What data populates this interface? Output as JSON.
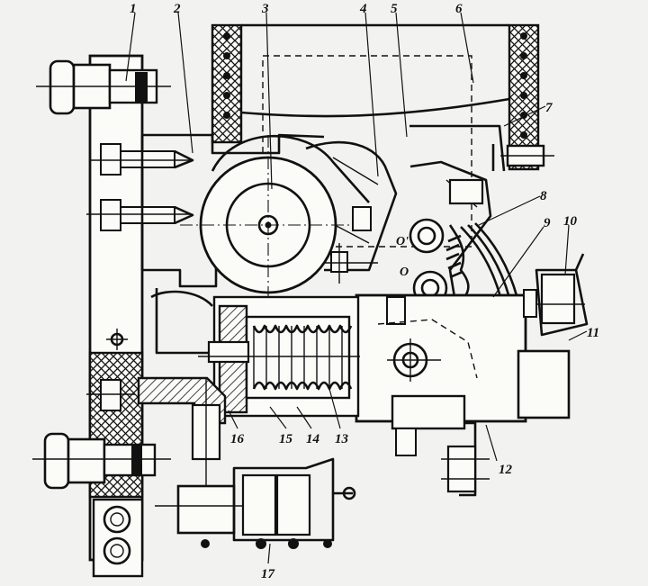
{
  "diagram": {
    "callouts": [
      {
        "id": "c1",
        "text": "1"
      },
      {
        "id": "c2",
        "text": "2"
      },
      {
        "id": "c3",
        "text": "3"
      },
      {
        "id": "c4",
        "text": "4"
      },
      {
        "id": "c5",
        "text": "5"
      },
      {
        "id": "c6",
        "text": "6"
      },
      {
        "id": "c7",
        "text": "7"
      },
      {
        "id": "c8",
        "text": "8"
      },
      {
        "id": "c9",
        "text": "9"
      },
      {
        "id": "c10",
        "text": "10"
      },
      {
        "id": "c11",
        "text": "11"
      },
      {
        "id": "c12",
        "text": "12"
      },
      {
        "id": "c13",
        "text": "13"
      },
      {
        "id": "c14",
        "text": "14"
      },
      {
        "id": "c15",
        "text": "15"
      },
      {
        "id": "c16",
        "text": "16"
      },
      {
        "id": "c17",
        "text": "17"
      }
    ],
    "pivot_labels": {
      "upper": "O'",
      "lower": "O"
    }
  },
  "colors": {
    "ink": "#111111",
    "paper": "#f2f2f0",
    "hatch": "#111111"
  }
}
